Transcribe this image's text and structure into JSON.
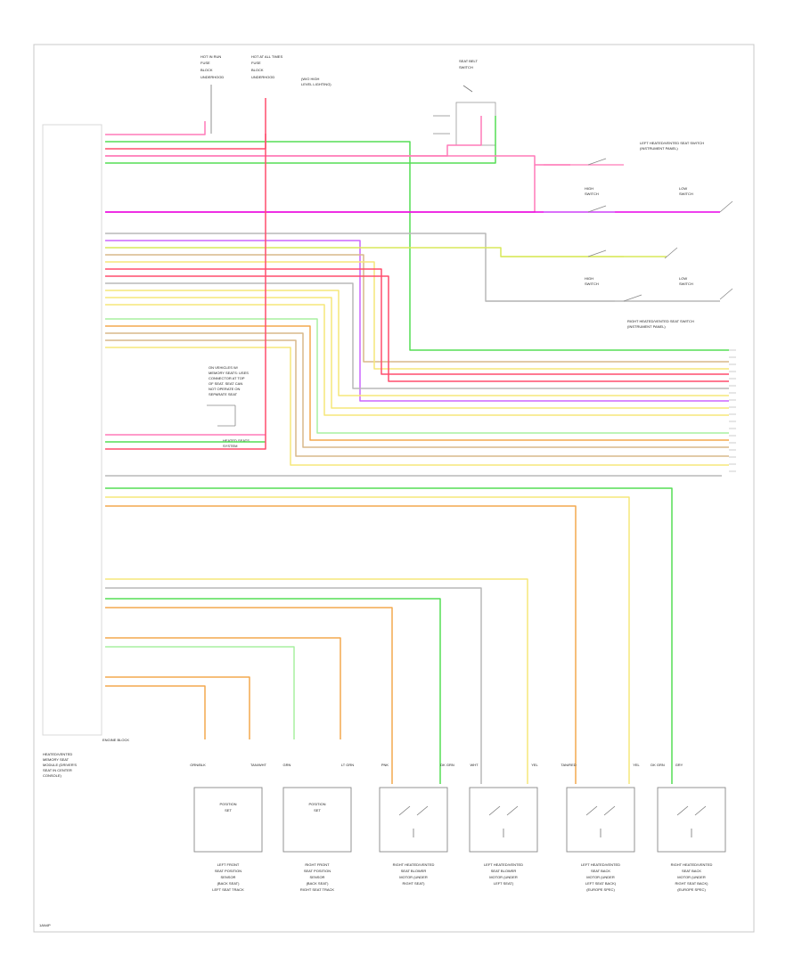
{
  "header": {
    "hot_in_run": "HOT IN RUN",
    "hot_at_all_times": "HOT AT ALL TIMES",
    "fuse_left_a": "FUSE",
    "fuse_left_b": "BLOCK",
    "fuse_left_c": "UNDERHOOD",
    "fuse_right_a": "FUSE",
    "fuse_right_b": "BLOCK",
    "fuse_right_c": "UNDERHOOD",
    "fuse_right_d": "(W/O HIGH",
    "fuse_right_e": "LEVEL LIGHTING)",
    "belt_switch_a": "SEAT BELT",
    "belt_switch_b": "SWITCH",
    "engine_block": "ENGINE BLOCK"
  },
  "module": {
    "name_lines": [
      "HEATED/VENTED",
      "MEMORY SEAT",
      "MODULE (DRIVER'S",
      "SEAT IN CENTER",
      "CONSOLE)"
    ],
    "note_lines": [
      "ON VEHICLES W/",
      "MEMORY SEATS: USES",
      "CONNECTOR AT TOP",
      "OF SEAT. SEAT CAN",
      "NOT OPERATE ON",
      "SEPARATE SEAT"
    ],
    "near_note": "HEATED SEATS",
    "near_note_b": "SYSTEM"
  },
  "switches": {
    "left_a": "LEFT HEATED/VENTED SEAT SWITCH",
    "left_b": "(INSTRUMENT PANEL)",
    "right_a": "RIGHT HEATED/VENTED SEAT SWITCH",
    "right_b": "(INSTRUMENT PANEL)",
    "high_a": "HIGH",
    "high_b": "SWITCH",
    "low_a": "LOW",
    "low_b": "SWITCH"
  },
  "bottom_components": [
    {
      "wires": [
        "ORN/BLK",
        "TAN/WHT"
      ],
      "title": "POSITION",
      "sub": "SET",
      "name": [
        "LEFT FRONT",
        "SEAT POSITION",
        "SENSOR",
        "(BACK SEAT)",
        "LEFT SEAT TRACK"
      ]
    },
    {
      "wires": [
        "GRN",
        "LT GRN"
      ],
      "title": "POSITION",
      "sub": "SET",
      "name": [
        "RIGHT FRONT",
        "SEAT POSITION",
        "SENSOR",
        "(BACK SEAT)",
        "RIGHT SEAT TRACK"
      ]
    },
    {
      "wires": [
        "PNK",
        "DK GRN"
      ],
      "title": "",
      "sub": "",
      "name": [
        "RIGHT HEATED/VENTED",
        "SEAT BLOWER",
        "MOTOR (UNDER",
        "RIGHT SEAT)"
      ]
    },
    {
      "wires": [
        "WHT",
        "YEL"
      ],
      "title": "",
      "sub": "",
      "name": [
        "LEFT HEATED/VENTED",
        "SEAT BLOWER",
        "MOTOR (UNDER",
        "LEFT SEAT)"
      ]
    },
    {
      "wires": [
        "TAN/RED",
        "YEL"
      ],
      "title": "",
      "sub": "",
      "name": [
        "LEFT HEATED/VENTED",
        "SEAT BACK",
        "MOTOR (UNDER",
        "LEFT SEAT BACK)",
        "(EUROPE SPEC)"
      ]
    },
    {
      "wires": [
        "DK GRN",
        "GRY"
      ],
      "title": "",
      "sub": "",
      "name": [
        "RIGHT HEATED/VENTED",
        "SEAT BACK",
        "MOTOR (UNDER",
        "RIGHT SEAT BACK)",
        "(EUROPE SPEC)"
      ]
    }
  ],
  "footer": {
    "code": "1AN4P"
  },
  "colors": {
    "frame": "#c8c8c8",
    "pink": "#ff7ab8",
    "red": "#ff4d6d",
    "green": "#55dd55",
    "magenta": "#e800e8",
    "purple": "#cc66ff",
    "lime": "#d8e85a",
    "yellow": "#f5e77a",
    "orange": "#f4a94e",
    "tan": "#d9b88a",
    "gray": "#b8b8b8",
    "ltgreen": "#a8f0a0"
  }
}
